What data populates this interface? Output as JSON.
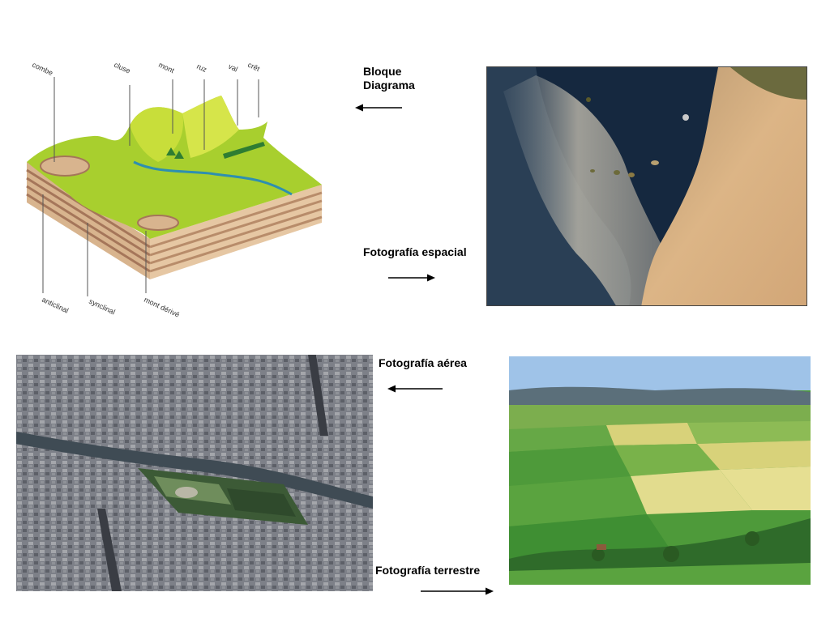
{
  "captions": {
    "block_diagram_line1": "Bloque",
    "block_diagram_line2": "Diagrama",
    "space_photo": "Fotografía espacial",
    "aerial_photo": "Fotografía aérea",
    "ground_photo": "Fotografía terrestre"
  },
  "block_diagram_labels": {
    "combe": "combe",
    "cluse": "cluse",
    "mont": "mont",
    "ruz": "ruz",
    "val": "val",
    "cret": "crêt",
    "anticlinal": "anticlinal",
    "synclinal": "synclinal",
    "mont_derive": "mont dérivé"
  },
  "colors": {
    "ocean": "#15283f",
    "desert": "#d9b082",
    "grass_light": "#c8de3a",
    "grass_dark": "#5fae2a",
    "river": "#2e8fb0",
    "strata_tan": "#d8b48e",
    "strata_dark": "#a5765a",
    "field_green": "#4e9a3a",
    "field_yellow": "#d8d27a",
    "sky": "#9fc3e8"
  }
}
